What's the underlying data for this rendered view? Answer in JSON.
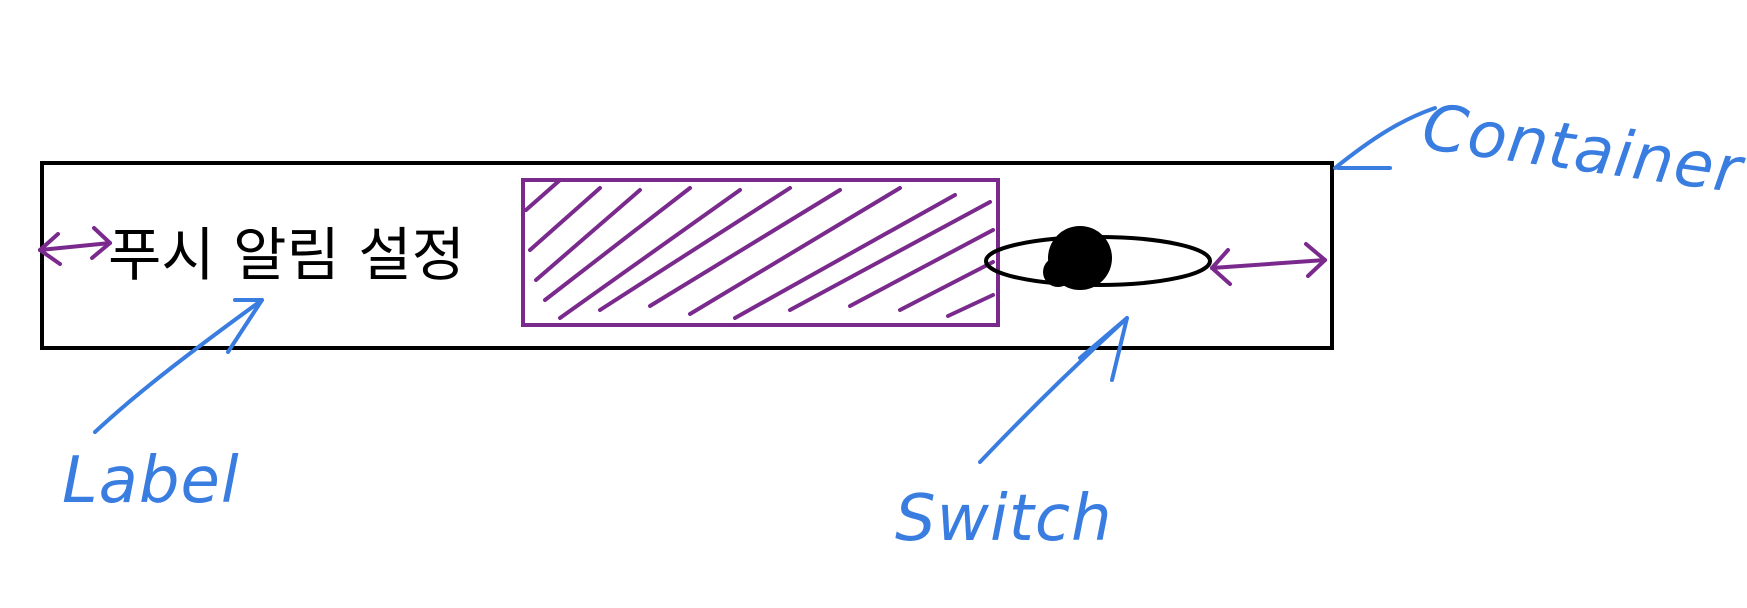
{
  "container": {
    "label_text": "푸시 알림 설정"
  },
  "annotations": {
    "container": "Container",
    "label": "Label",
    "switch": "Switch"
  },
  "colors": {
    "outline": "#000000",
    "spacer": "#7a2a8c",
    "annotation": "#3a7de0"
  },
  "switch": {
    "state": "off"
  }
}
